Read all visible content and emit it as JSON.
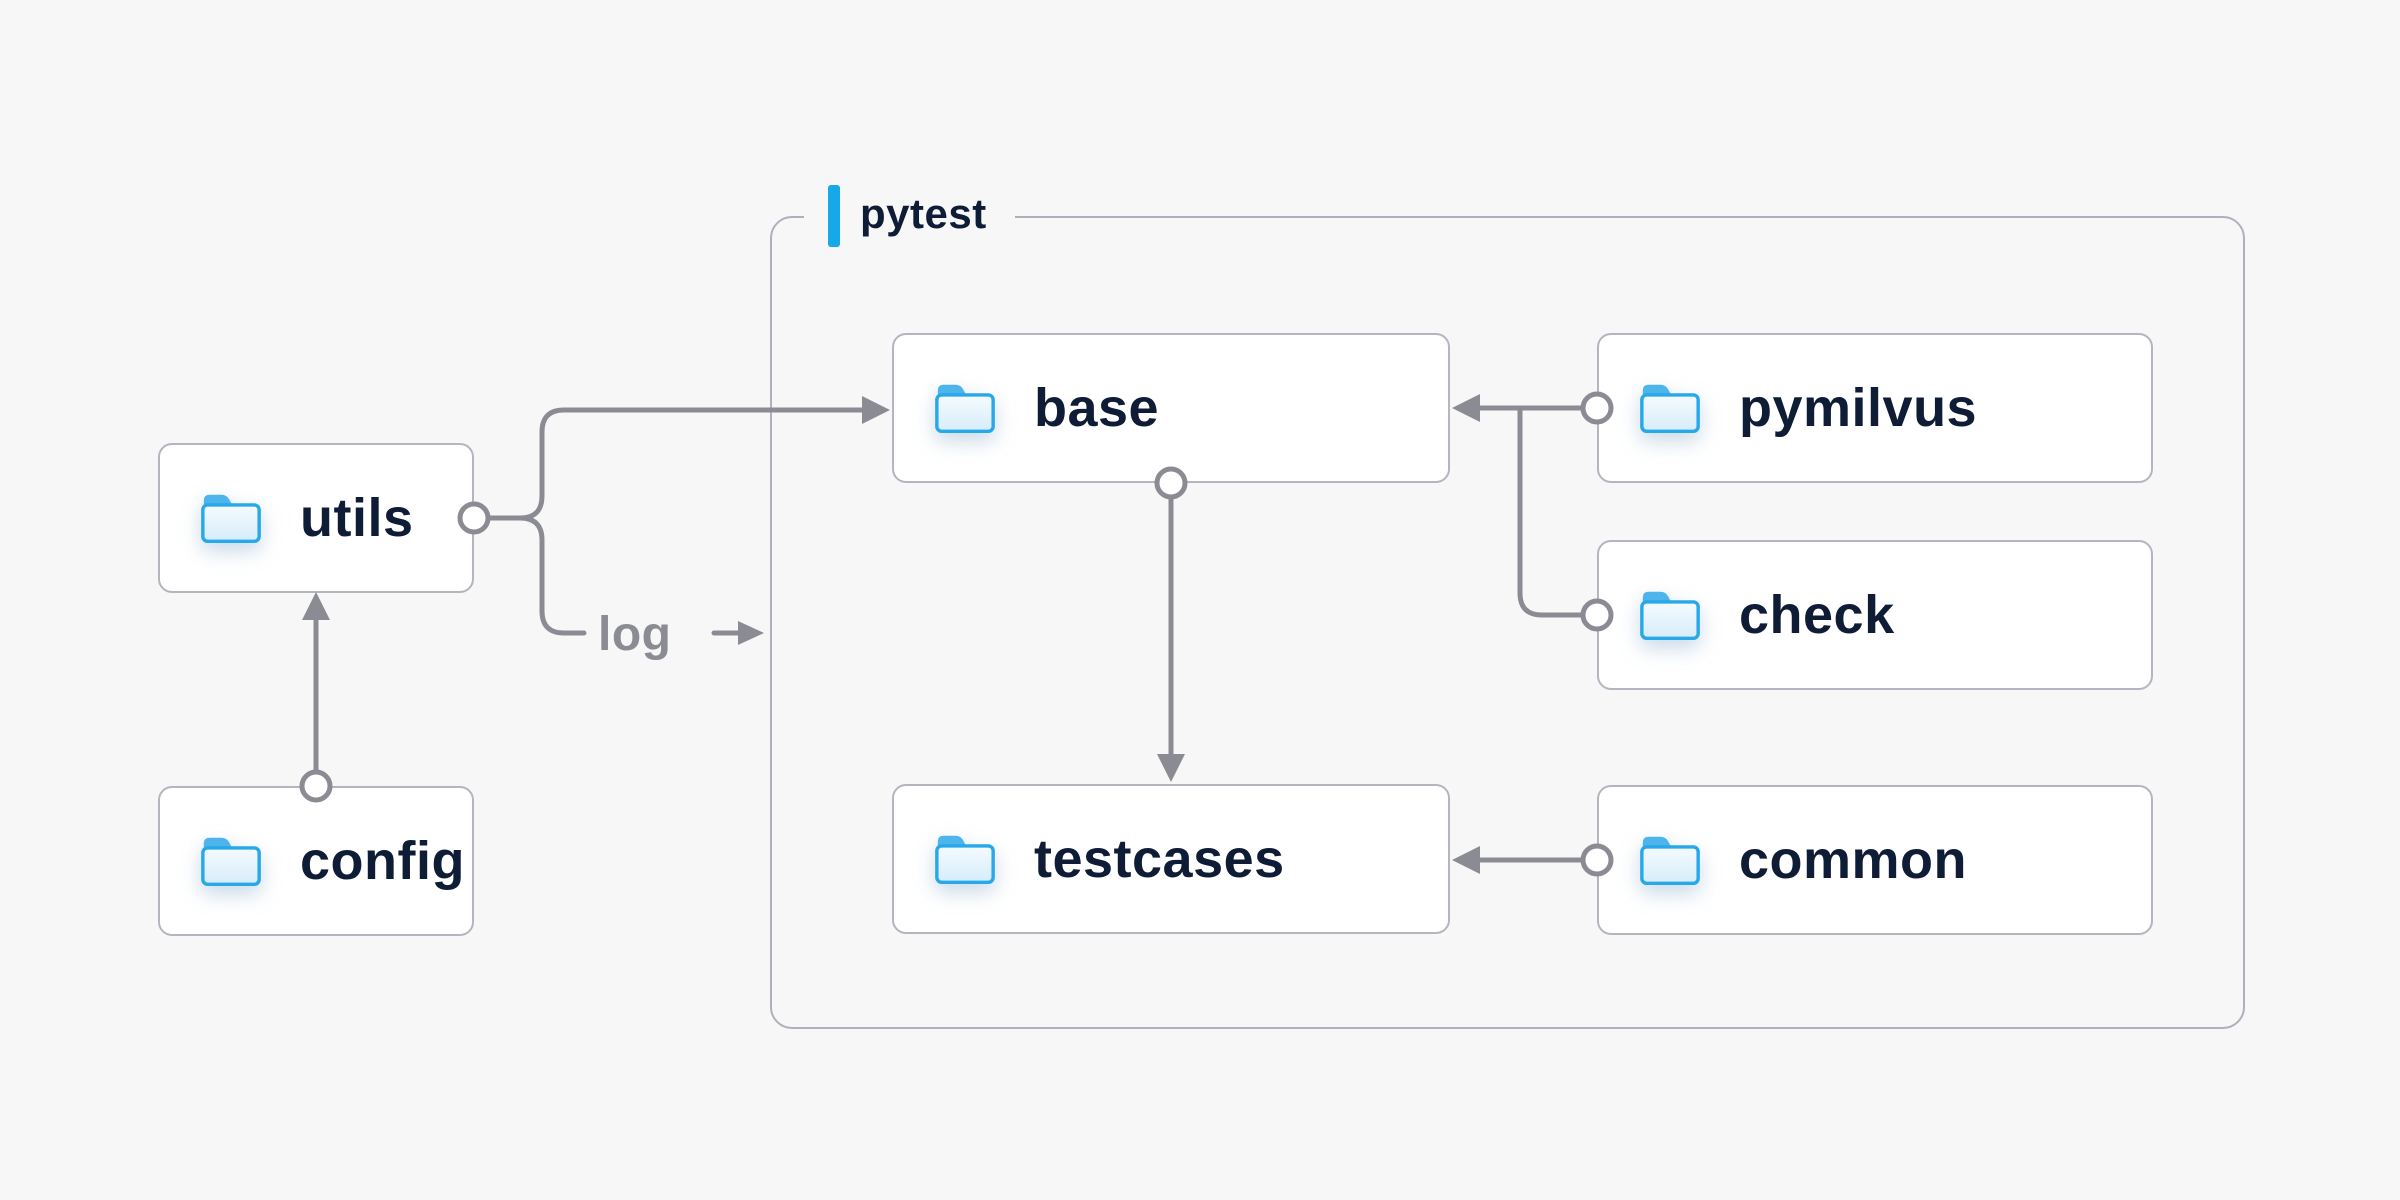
{
  "colors": {
    "background": "#f7f7f8",
    "node_background": "#ffffff",
    "node_border": "#b5b5bf",
    "group_border": "#b0b0bc",
    "connector": "#8b8b94",
    "accent_blue": "#15a9ea",
    "node_label": "#0e1c36",
    "edge_label": "#8b8b94",
    "folder_outline": "#27a8e9",
    "folder_tab": "#4db5ec",
    "folder_fill_top": "#f5fbfe",
    "folder_fill_bottom": "#d6ecfa"
  },
  "group": {
    "label": "pytest"
  },
  "nodes": [
    {
      "id": "utils",
      "label": "utils",
      "icon": "folder-icon",
      "inside_group": false
    },
    {
      "id": "config",
      "label": "config",
      "icon": "folder-icon",
      "inside_group": false
    },
    {
      "id": "base",
      "label": "base",
      "icon": "folder-icon",
      "inside_group": true
    },
    {
      "id": "testcases",
      "label": "testcases",
      "icon": "folder-icon",
      "inside_group": true
    },
    {
      "id": "pymilvus",
      "label": "pymilvus",
      "icon": "folder-icon",
      "inside_group": true
    },
    {
      "id": "check",
      "label": "check",
      "icon": "folder-icon",
      "inside_group": true
    },
    {
      "id": "common",
      "label": "common",
      "icon": "folder-icon",
      "inside_group": true
    }
  ],
  "edges": [
    {
      "from": "utils",
      "to": "base",
      "label": ""
    },
    {
      "from": "utils",
      "to": "pytest-group",
      "label": "log"
    },
    {
      "from": "config",
      "to": "utils",
      "label": ""
    },
    {
      "from": "pymilvus",
      "to": "base",
      "label": ""
    },
    {
      "from": "check",
      "to": "base",
      "label": ""
    },
    {
      "from": "base",
      "to": "testcases",
      "label": ""
    },
    {
      "from": "common",
      "to": "testcases",
      "label": ""
    }
  ]
}
